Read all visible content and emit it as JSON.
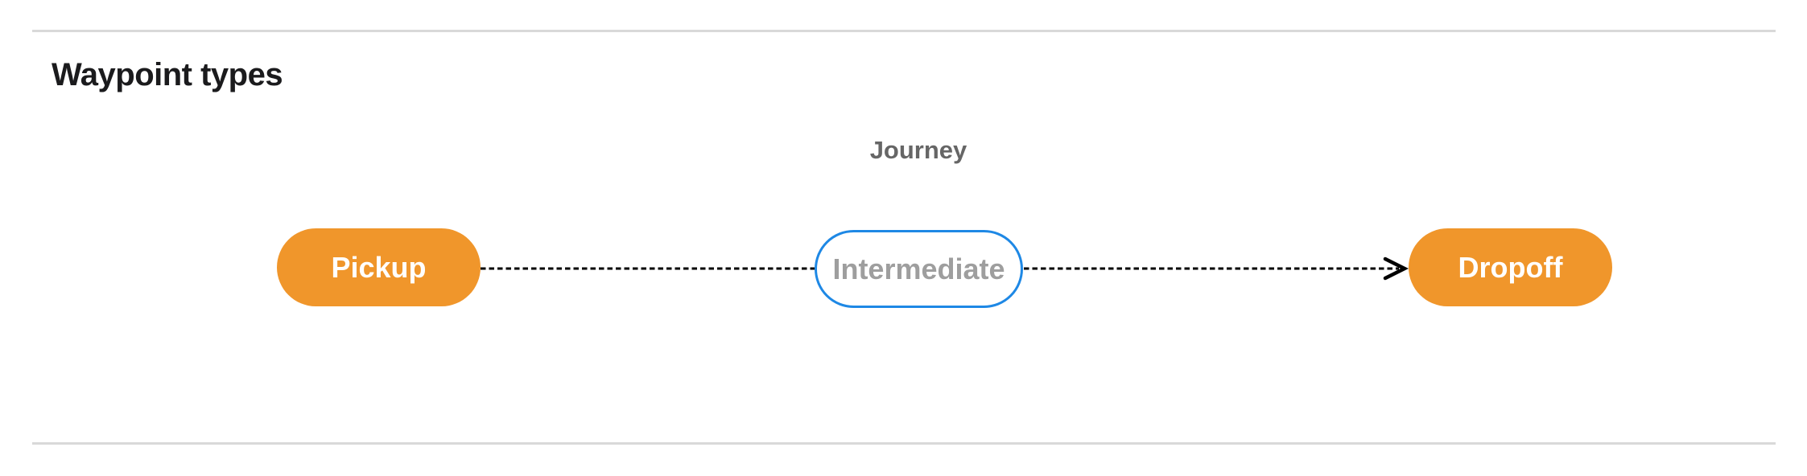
{
  "header": {
    "title": "Waypoint types"
  },
  "diagram": {
    "title": "Journey",
    "nodes": [
      {
        "id": "pickup",
        "label": "Pickup",
        "type": "terminal"
      },
      {
        "id": "intermediate",
        "label": "Intermediate",
        "type": "intermediate"
      },
      {
        "id": "dropoff",
        "label": "Dropoff",
        "type": "terminal"
      }
    ],
    "edges": [
      {
        "from": "pickup",
        "to": "intermediate",
        "style": "dashed",
        "arrowhead": false
      },
      {
        "from": "intermediate",
        "to": "dropoff",
        "style": "dashed",
        "arrowhead": true
      }
    ],
    "colors": {
      "terminal_fill": "#f0962b",
      "terminal_text": "#ffffff",
      "intermediate_border": "#1e88e5",
      "intermediate_text": "#9e9e9e",
      "edge_stroke": "#000000",
      "diagram_title_text": "#666666",
      "heading_text": "#1b1b1d",
      "divider": "#d9d9d9"
    }
  }
}
